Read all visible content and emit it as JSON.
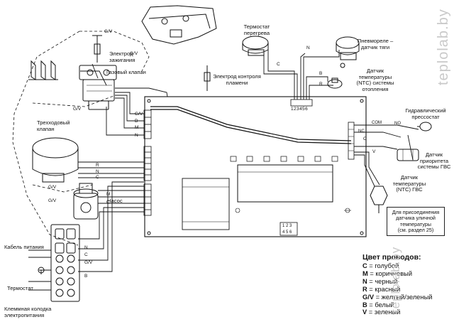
{
  "labels": {
    "ignition_electrode": [
      "Электрод",
      "зажигания"
    ],
    "gas_valve": "Газовый клапан",
    "flame_electrode": [
      "Электрод контроля",
      "пламени"
    ],
    "overheat_thermostat": [
      "Термостат",
      "перегрева"
    ],
    "pressure_switch": [
      "Пневмореле –",
      "датчик тяги"
    ],
    "heating_ntc": [
      "Датчик",
      "температуры",
      "(NTC) системы",
      "отопления"
    ],
    "hydraulic_switch": [
      "Гидравлический",
      "прессостат"
    ],
    "dhw_priority": [
      "Датчик",
      "приоритета",
      "системы ГВС"
    ],
    "dhw_ntc": [
      "Датчик",
      "температуры",
      "(NTC) ГВС"
    ],
    "three_way_valve": [
      "Трехходовый",
      "клапан"
    ],
    "pump": "Насос",
    "power_cable": "Кабель питания",
    "thermostat": "Термостат",
    "terminal_block": [
      "Клеммная колодка",
      "электропитания"
    ]
  },
  "note": [
    "Для присоединения",
    "датчика уличной",
    "температуры",
    "(см. раздел 25)"
  ],
  "connector_numbers": "123456",
  "small_connector": {
    "top": "1 2 3",
    "bottom": "4 5 6"
  },
  "wire_marks": {
    "gv": "G/V",
    "b": "B",
    "m": "M",
    "n": "N",
    "r": "R",
    "c": "C",
    "v": "V",
    "com": "COM",
    "no": "NO",
    "nc": "NC"
  },
  "legend": {
    "title": "Цвет проводов:",
    "items": [
      {
        "code": "C",
        "text": " = голубой"
      },
      {
        "code": "M",
        "text": " = коричневый"
      },
      {
        "code": "N",
        "text": " = черный"
      },
      {
        "code": "R",
        "text": " = красный"
      },
      {
        "code": "G/V",
        "text": " = желтый/зеленый"
      },
      {
        "code": "B",
        "text": " = белый"
      },
      {
        "code": "V",
        "text": " = зеленый"
      }
    ]
  },
  "watermark": "teplolab.by",
  "colors": {
    "ink": "#111111",
    "watermark": "#c9c9c9",
    "background": "#ffffff"
  }
}
